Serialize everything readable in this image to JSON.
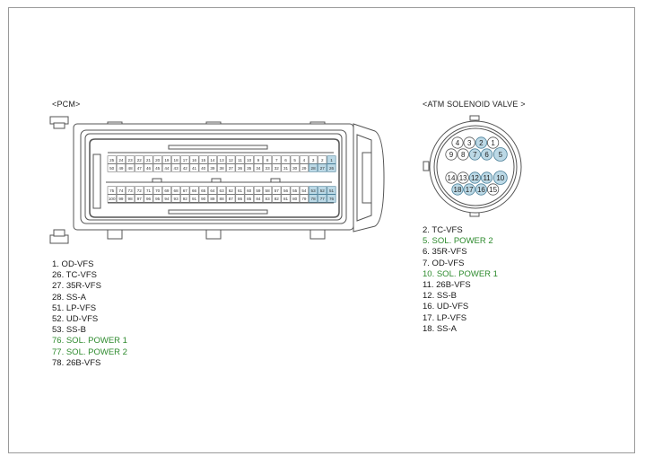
{
  "pcm": {
    "title": "<PCM>",
    "row1_pins": [
      "25",
      "24",
      "23",
      "22",
      "21",
      "20",
      "19",
      "18",
      "17",
      "16",
      "15",
      "14",
      "13",
      "12",
      "11",
      "10",
      "9",
      "8",
      "7",
      "6",
      "5",
      "4",
      "3",
      "2",
      "1"
    ],
    "row2_pins": [
      "50",
      "49",
      "48",
      "47",
      "46",
      "45",
      "44",
      "43",
      "42",
      "41",
      "40",
      "39",
      "38",
      "37",
      "36",
      "35",
      "34",
      "33",
      "32",
      "31",
      "30",
      "29",
      "28",
      "27",
      "26"
    ],
    "row3_pins": [
      "75",
      "74",
      "73",
      "72",
      "71",
      "70",
      "69",
      "68",
      "67",
      "66",
      "65",
      "64",
      "63",
      "62",
      "61",
      "60",
      "59",
      "58",
      "57",
      "56",
      "55",
      "54",
      "53",
      "52",
      "51"
    ],
    "row4_pins": [
      "100",
      "99",
      "98",
      "97",
      "96",
      "95",
      "94",
      "93",
      "92",
      "91",
      "90",
      "89",
      "88",
      "87",
      "86",
      "85",
      "84",
      "83",
      "82",
      "81",
      "80",
      "79",
      "78",
      "77",
      "76"
    ],
    "used_pins": [
      "1",
      "26",
      "27",
      "28",
      "51",
      "52",
      "53",
      "76",
      "77",
      "78"
    ],
    "pin_list": [
      {
        "text": "1. OD-VFS",
        "color": "#1a1a1a"
      },
      {
        "text": "26. TC-VFS",
        "color": "#1a1a1a"
      },
      {
        "text": "27. 35R-VFS",
        "color": "#1a1a1a"
      },
      {
        "text": "28. SS-A",
        "color": "#1a1a1a"
      },
      {
        "text": "51. LP-VFS",
        "color": "#1a1a1a"
      },
      {
        "text": "52. UD-VFS",
        "color": "#1a1a1a"
      },
      {
        "text": "53. SS-B",
        "color": "#1a1a1a"
      },
      {
        "text": "76. SOL. POWER 1",
        "color": "#2e8b2e"
      },
      {
        "text": "77. SOL. POWER 2",
        "color": "#2e8b2e"
      },
      {
        "text": "78. 26B-VFS",
        "color": "#1a1a1a"
      }
    ]
  },
  "atm": {
    "title": "<ATM SOLENOID VALVE >",
    "pins": [
      {
        "label": "4",
        "used": false
      },
      {
        "label": "3",
        "used": false
      },
      {
        "label": "2",
        "used": true
      },
      {
        "label": "1",
        "used": false
      },
      {
        "label": "9",
        "used": false
      },
      {
        "label": "8",
        "used": false
      },
      {
        "label": "7",
        "used": true
      },
      {
        "label": "6",
        "used": true
      },
      {
        "label": "5",
        "used": true
      },
      {
        "label": "14",
        "used": false
      },
      {
        "label": "13",
        "used": false
      },
      {
        "label": "12",
        "used": true
      },
      {
        "label": "11",
        "used": true
      },
      {
        "label": "10",
        "used": true
      },
      {
        "label": "18",
        "used": true
      },
      {
        "label": "17",
        "used": true
      },
      {
        "label": "16",
        "used": true
      },
      {
        "label": "15",
        "used": false
      }
    ],
    "pin_list": [
      {
        "text": "2. TC-VFS",
        "color": "#1a1a1a"
      },
      {
        "text": "5. SOL. POWER 2",
        "color": "#2e8b2e"
      },
      {
        "text": "6. 35R-VFS",
        "color": "#1a1a1a"
      },
      {
        "text": "7. OD-VFS",
        "color": "#1a1a1a"
      },
      {
        "text": "10. SOL. POWER 1",
        "color": "#2e8b2e"
      },
      {
        "text": "11. 26B-VFS",
        "color": "#1a1a1a"
      },
      {
        "text": "12. SS-B",
        "color": "#1a1a1a"
      },
      {
        "text": "16. UD-VFS",
        "color": "#1a1a1a"
      },
      {
        "text": "17. LP-VFS",
        "color": "#1a1a1a"
      },
      {
        "text": "18. SS-A",
        "color": "#1a1a1a"
      }
    ]
  },
  "colors": {
    "outline": "#555555",
    "used_fill": "#bcd9e6",
    "used_stroke": "#4a7f98",
    "power_text": "#2e8b2e"
  }
}
